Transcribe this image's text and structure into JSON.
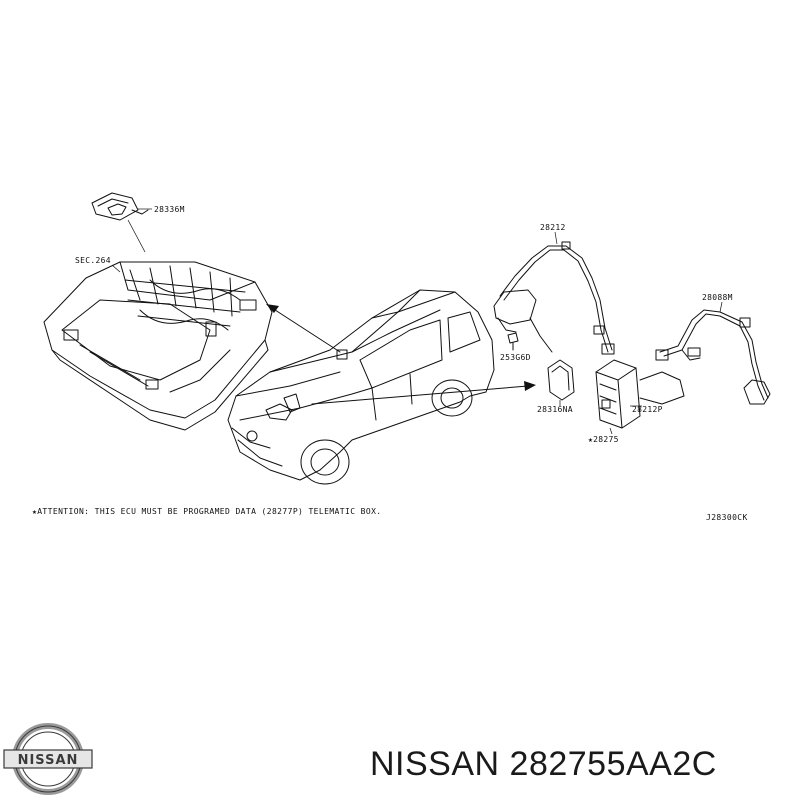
{
  "callouts": {
    "microphone": "28336M",
    "section": "SEC.264",
    "harness_upper": "28212",
    "clip": "253G6D",
    "harness_right": "28088M",
    "bracket": "28316NA",
    "harness_lower": "28212P",
    "control_unit": "★28275"
  },
  "notes": {
    "attention": "★ATTENTION: THIS ECU MUST BE PROGRAMED DATA (28277P) TELEMATIC BOX.",
    "diagram_code": "J28300CK"
  },
  "footer": {
    "brand_logo_text": "NISSAN",
    "part_title": "NISSAN 282755AA2C"
  },
  "colors": {
    "ink": "#111111",
    "logo_silver": "#9a9a9a",
    "logo_dark": "#3a3a3a",
    "title_text": "#1a1a1a"
  }
}
